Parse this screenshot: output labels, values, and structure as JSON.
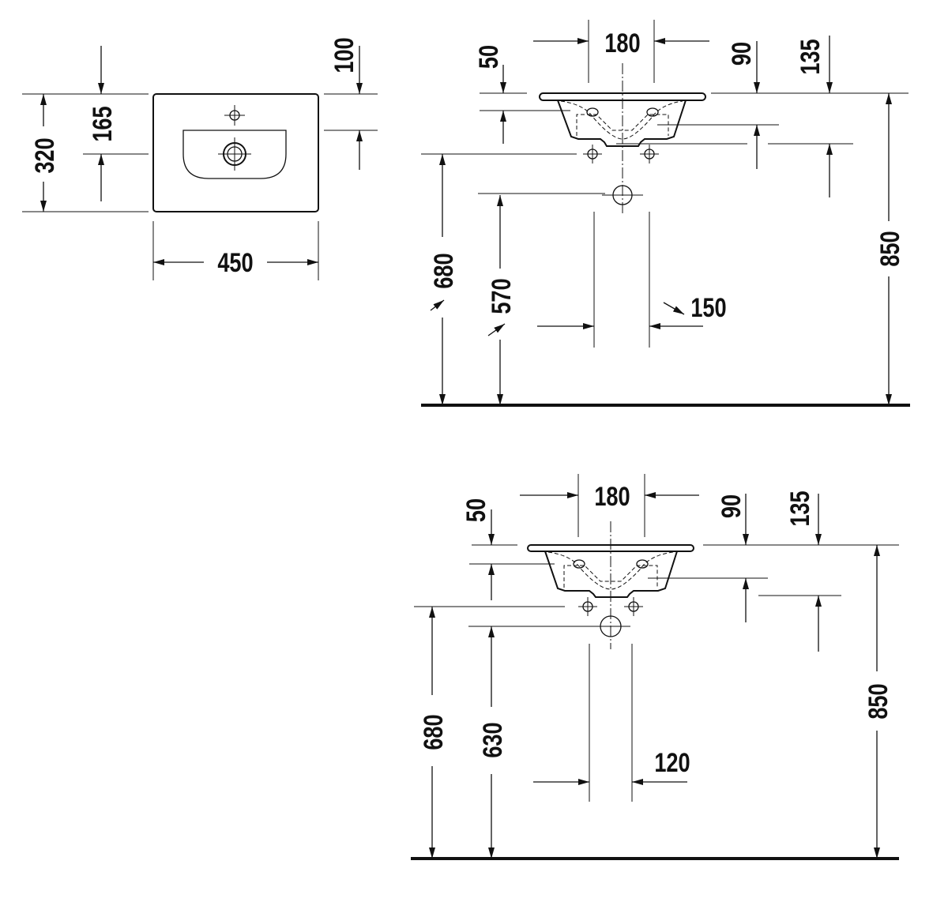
{
  "plan_view": {
    "width": "450",
    "depth": "320",
    "tap_to_drain": "165",
    "tap_from_back": "100"
  },
  "elevation_1": {
    "tap_spacing": "180",
    "rim_to_tap": "50",
    "rim_depth": "90",
    "bowl_depth": "135",
    "supply_height": "680",
    "waste_height": "570",
    "waste_width": "150",
    "rim_height": "850"
  },
  "elevation_2": {
    "tap_spacing": "180",
    "rim_to_tap": "50",
    "rim_depth": "90",
    "bowl_depth": "135",
    "supply_height": "680",
    "waste_height": "630",
    "waste_width": "120",
    "rim_height": "850"
  },
  "colors": {
    "line": "#111111"
  }
}
